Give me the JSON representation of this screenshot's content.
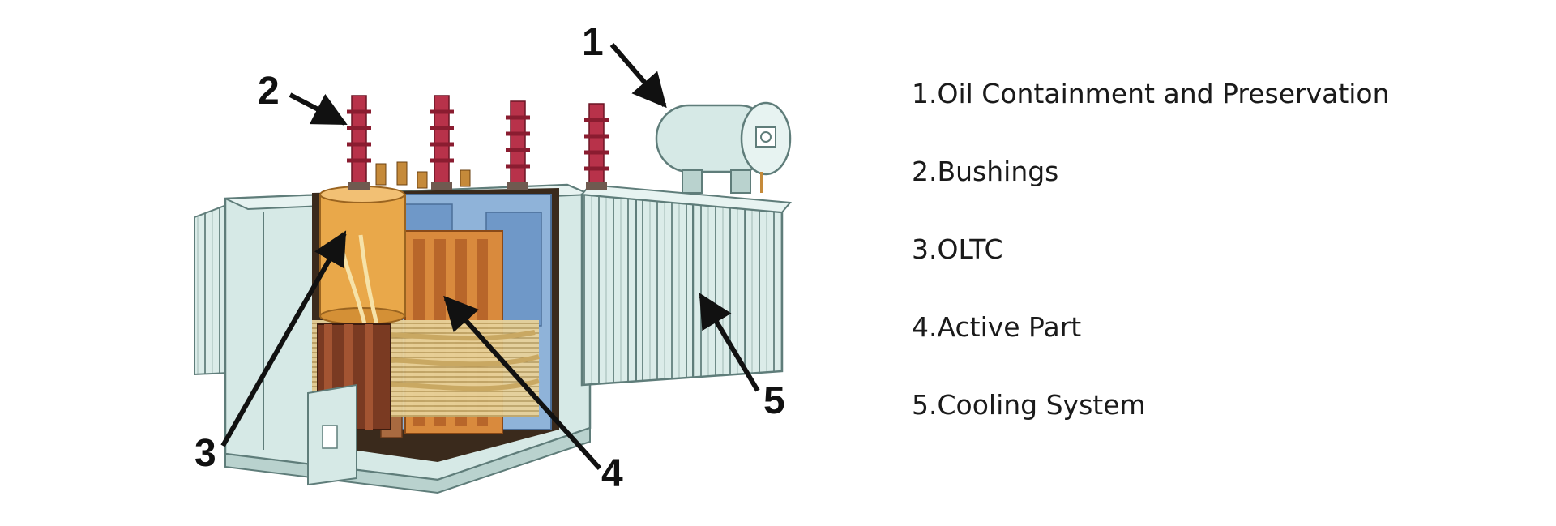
{
  "diagram": {
    "callouts": [
      {
        "number": "1"
      },
      {
        "number": "2"
      },
      {
        "number": "3"
      },
      {
        "number": "4"
      },
      {
        "number": "5"
      }
    ]
  },
  "legend": {
    "items": [
      {
        "label": "1.Oil Containment and Preservation"
      },
      {
        "label": "2.Bushings"
      },
      {
        "label": "3.OLTC"
      },
      {
        "label": "4.Active Part"
      },
      {
        "label": "5.Cooling System"
      }
    ]
  },
  "colors": {
    "tank": "#d6e9e6",
    "tank_outline": "#5f7d7a",
    "oltc": "#e9a84a",
    "core": "#8fb3d9",
    "winding": "#d98a3d",
    "copper": "#e8d29a",
    "bushing": "#b8324a",
    "arrow": "#111111"
  }
}
